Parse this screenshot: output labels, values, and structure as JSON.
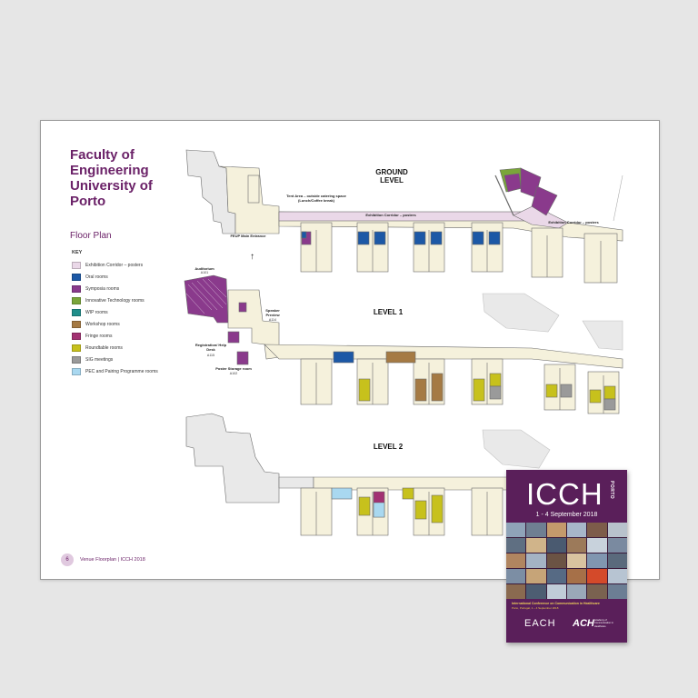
{
  "title": "Faculty of Engineering University of Porto",
  "subtitle": "Floor Plan",
  "key": {
    "heading": "KEY",
    "items": [
      {
        "label": "Exhibition Corridor – posters",
        "color": "#ead8e8"
      },
      {
        "label": "Oral rooms",
        "color": "#1c58a6"
      },
      {
        "label": "Symposia rooms",
        "color": "#8a3a8c"
      },
      {
        "label": "Innovative Technology rooms",
        "color": "#7aa53a"
      },
      {
        "label": "WIP rooms",
        "color": "#1f8e8a"
      },
      {
        "label": "Workshop rooms",
        "color": "#a57a44"
      },
      {
        "label": "Fringe rooms",
        "color": "#a23172"
      },
      {
        "label": "Roundtable rooms",
        "color": "#c7c11c"
      },
      {
        "label": "SIG meetings",
        "color": "#9a9a9a"
      },
      {
        "label": "PEC and Pairing Programme rooms",
        "color": "#a9d8f0"
      }
    ]
  },
  "levels": {
    "ground": "GROUND LEVEL",
    "level1": "LEVEL 1",
    "level2": "LEVEL 2"
  },
  "labels": {
    "tent": "Tent Area – outside catering space (Lunch/Coffee break)",
    "corridor": "Exhibition Corridor – posters",
    "corridor2": "Exhibition Corridor – posters",
    "entrance": "FEUP Main Entrance",
    "auditorium": "Auditorium",
    "auditorium_code": "A101",
    "speaker": "Speaker Preview",
    "speaker_code": "A114",
    "registration": "Registration/ Help Desk",
    "registration_code": "A115",
    "poster_storage": "Poster Storage room",
    "poster_storage_code": "A102"
  },
  "footer": {
    "page": "6",
    "text": "Venue Floorplan  |  ICCH 2018"
  },
  "booklet": {
    "title": "ICCH",
    "porto": "PORTO",
    "dates": "1 - 4 September 2018",
    "conference": "International Conference on Communication in Healthcare",
    "place": "Porto, Portugal, 1 – 4 September 2018",
    "each_logo": "EACH",
    "ach_logo": "ACH",
    "ach_sub": "Academy of Communication in Healthcare"
  },
  "colors": {
    "brand_purple": "#6b2268",
    "building": "#f5f1dc",
    "building_outline": "#6a6a6a",
    "inactive": "#e9e9e9"
  }
}
